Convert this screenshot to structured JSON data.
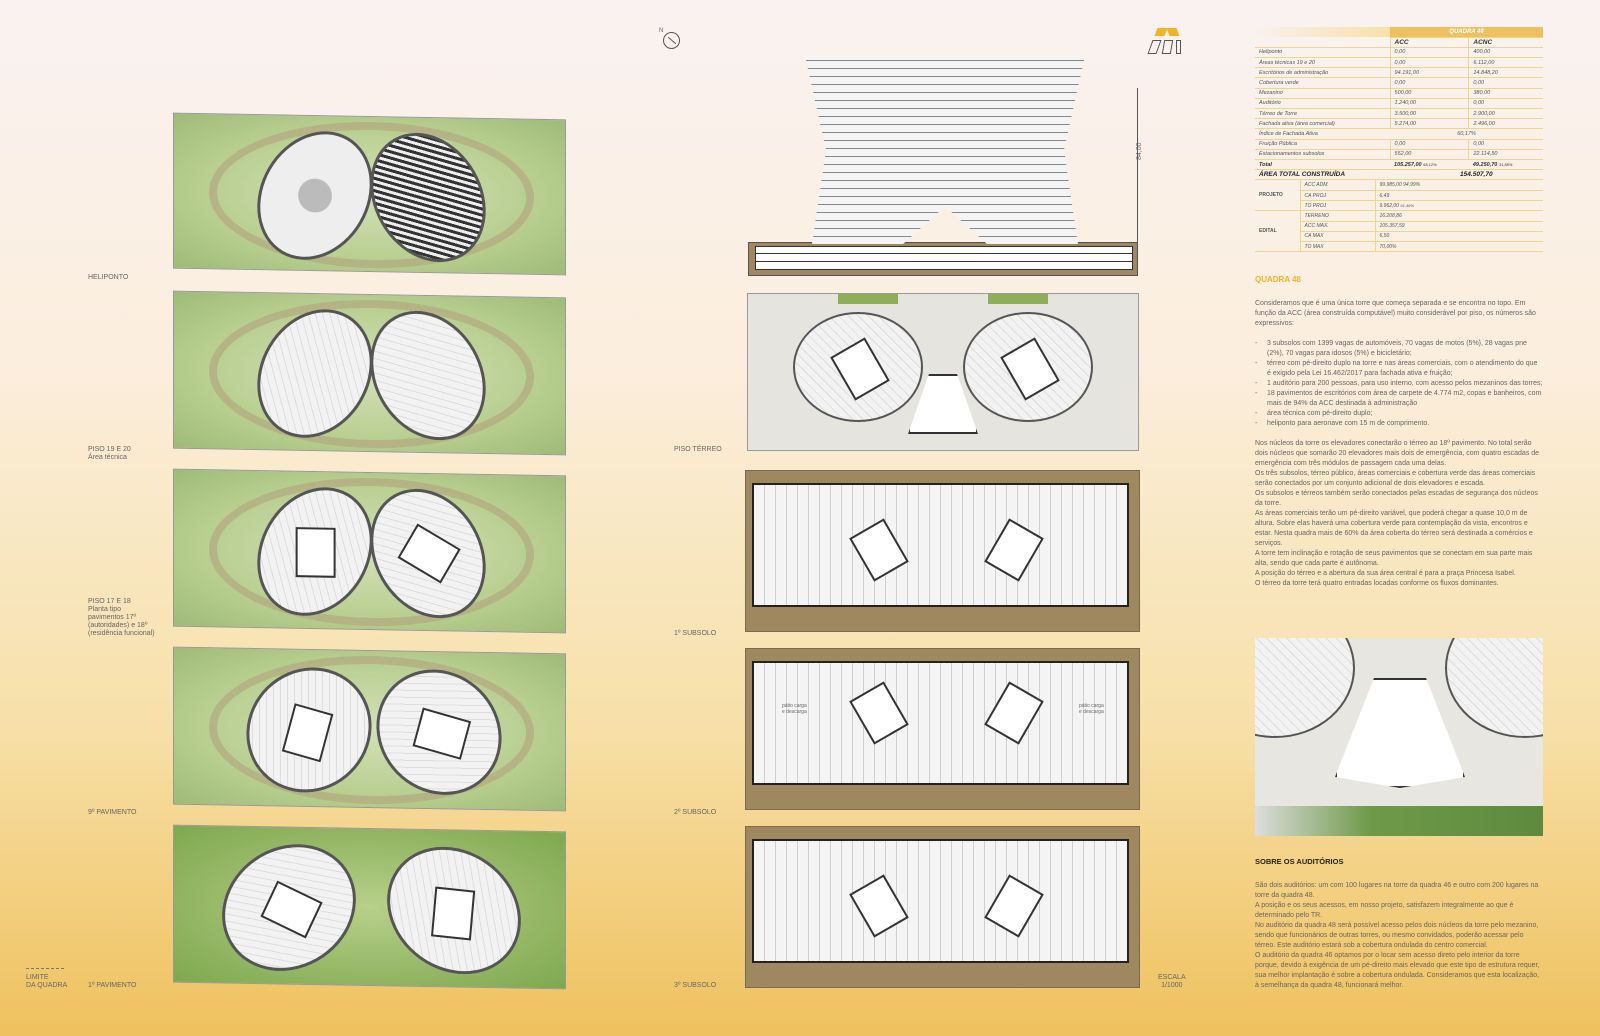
{
  "north_label": "N",
  "left_labels": [
    "HELIPONTO",
    "PISO 19 E 20\nÁrea técnica",
    "PISO 17 E 18\nPlanta tipo\npavimentos 17º\n(autoridades) e 18º\n(residência funcional)",
    "9º PAVIMENTO",
    "1º PAVIMENTO"
  ],
  "legend_label": "LIMITE\nDA QUADRA",
  "middle_labels": [
    "PISO TÉRREO",
    "1º SUBSOLO",
    "2º SUBSOLO",
    "3º SUBSOLO"
  ],
  "scale_label": "ESCALA\n1/1000",
  "elevation_dimension": "84,00",
  "subsolo2_notes": [
    "pátio carga\ne descarga",
    "pátio carga\ne descarga"
  ],
  "table": {
    "title": "QUADRA 48",
    "col_acc": "ACC",
    "col_acnc": "ACNC",
    "rows": [
      [
        "Heliponto",
        "0,00",
        "400,00"
      ],
      [
        "Áreas técnicas 19 e 20",
        "0,00",
        "6.112,00"
      ],
      [
        "Escritórios de administração",
        "94.191,00",
        "14.848,20"
      ],
      [
        "Cobertura verde",
        "0,00",
        "0,00"
      ],
      [
        "Mezanino",
        "500,00",
        "380,00"
      ],
      [
        "Auditório",
        "1.240,00",
        "0,00"
      ],
      [
        "Térreo de Torre",
        "3.500,00",
        "2.900,00"
      ],
      [
        "Fachada ativa (área comercial)",
        "5.274,00",
        "2.496,00"
      ],
      [
        "Fruição Pública",
        "0,00",
        "0,00"
      ],
      [
        "Estacionamentos subsolos",
        "552,00",
        "22.114,50"
      ]
    ],
    "fachada_index_label": "Índice de Fachada Ativa",
    "fachada_index_value": "60,17%",
    "total_label": "Total",
    "total_acc": "105.257,00",
    "total_acc_pct": "68,12%",
    "total_acnc": "49.250,70",
    "total_acnc_pct": "31,88%",
    "area_total_label": "ÁREA TOTAL CONSTRUÍDA",
    "area_total_value": "154.507,70",
    "projeto_label": "PROJETO",
    "projeto_rows": [
      [
        "ACC ADM.",
        "99.985,00",
        "94,99%"
      ],
      [
        "CA PROJ",
        "6,49",
        ""
      ],
      [
        "TO PROJ",
        "9.962,00",
        "61,46%"
      ]
    ],
    "edital_label": "EDITAL",
    "edital_rows": [
      [
        "TERRENO",
        "16.208,86"
      ],
      [
        "ACC MAX.",
        "105.357,59"
      ],
      [
        "CA MAX",
        "6,50"
      ],
      [
        "TO MAX",
        "70,00%"
      ]
    ]
  },
  "quadra_title": "QUADRA 48",
  "quadra_intro": "Consideramos que é uma única torre que começa separada e se encontra no topo. Em função da ACC (área construída computável) muito considerável por piso, os números são expressivos:",
  "quadra_bullets": [
    "3 subsolos com 1399 vagas de automóveis, 70 vagas de motos (5%), 28 vagas pne (2%), 70 vagas para idosos (5%) e bicicletário;",
    "térreo com pé-direito duplo na torre e nas áreas comerciais, com o atendimento do que é exigido pela Lei 16.462/2017 para fachada ativa e fruição;",
    "1 auditório para 200 pessoas, para uso interno, com acesso pelos mezaninos das torres;",
    "18 pavimentos de escritórios com área de carpete de 4.774 m2, copas e banheiros, com mais de 94% da ACC destinada à administração",
    "área técnica com pé-direito duplo;",
    "heliponto para aeronave com 15 m de comprimento."
  ],
  "quadra_body": "Nos núcleos da torre os elevadores conectarão o térreo ao 18º pavimento. No total serão dois núcleos que somarão 20 elevadores mais dois de emergência, com quatro escadas de emergência com três módulos de passagem cada uma delas.\nOs três subsolos, térreo público, áreas comerciais e cobertura verde das áreas comerciais serão conectados por um conjunto adicional de dois elevadores e escada.\nOs subsolos e térreos também serão conectados pelas escadas de segurança dos núcleos da torre.\nAs áreas comerciais terão um pé-direito variável, que poderá chegar a quase 10,0 m de altura. Sobre elas haverá uma cobertura verde para contemplação da vista, encontros e estar. Nesta quadra mais de 60% da área coberta do térreo será destinada a comércios e serviços.\nA torre tem inclinação e rotação de seus pavimentos que se conectam em sua parte mais alta, sendo que cada parte é autônoma.\nA posição do térreo e a abertura da sua área central é para a praça Princesa Isabel.\nO térreo da torre terá quatro entradas locadas conforme os fluxos dominantes.",
  "aud_title": "SOBRE OS AUDITÓRIOS",
  "aud_body": "São dois auditórios: um com 100 lugares na torre da quadra 46 e outro com 200 lugares na torre da quadra 48.\nA posição e os seus acessos, em nosso projeto, satisfazem integralmente ao que é determinado pelo TR.\nNo auditório da quadra 48 será possível acesso pelos dois núcleos da torre pelo mezanino, sendo que funcionários de outras torres, ou mesmo convidados, poderão acessar pelo térreo. Este auditório estará sob a cobertura ondulada do centro comercial.\nO auditório da quadra 46 optamos por o locar sem acesso direto pelo interior da torre porque, devido à exigência de um pé-direito mais elevado que este tipo de estrutura requer, sua melhor implantação é sobre a cobertura ondulada. Consideramos que esta localização, à semelhança da quadra 48, funcionará melhor."
}
